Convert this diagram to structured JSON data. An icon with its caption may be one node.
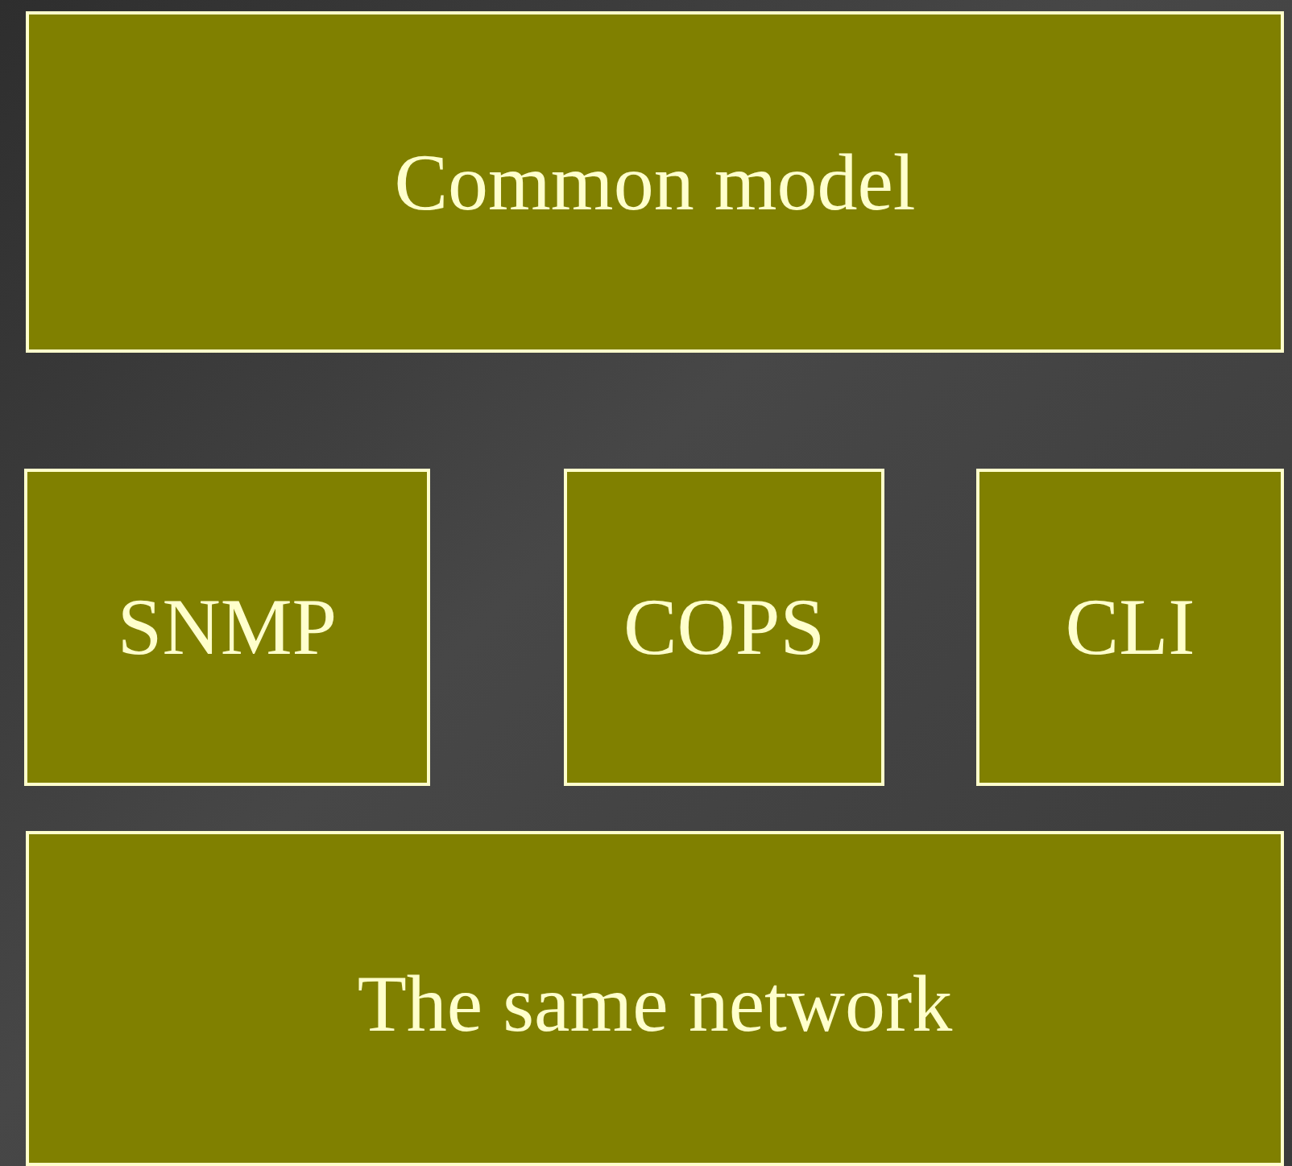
{
  "diagram": {
    "nodes": [
      {
        "text": [
          "Common model"
        ]
      },
      {
        "text": [
          "SNMP"
        ]
      },
      {
        "text": [
          "COPS"
        ]
      },
      {
        "text": [
          "CLI"
        ]
      },
      {
        "text": [
          "The same network"
        ]
      }
    ]
  }
}
